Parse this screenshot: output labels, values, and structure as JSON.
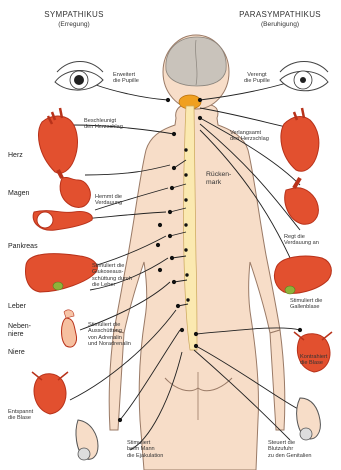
{
  "header": {
    "left_title": "SYMPATHIKUS",
    "left_subtitle": "(Erregung)",
    "right_title": "PARASYMPATHIKUS",
    "right_subtitle": "(Beruhigung)"
  },
  "spine_label": "Rücken-\nmark",
  "organs": {
    "herz": "Herz",
    "magen": "Magen",
    "pankreas": "Pankreas",
    "leber": "Leber",
    "nebenniere": "Neben-\nniere",
    "niere": "Niere"
  },
  "sympathetic_effects": {
    "pupil": "Erweitert\ndie Pupille",
    "heart": "Beschleunigt\nden Herzschlag",
    "digestion": "Hemmt die\nVerdauung",
    "glucose": "Stimuliert die\nGlukoseaus-\nschüttung durch\ndie Leber",
    "adrenaline": "Stimuliert die\nAusschüttung\nvon Adrenalin\nund Noradrenalin",
    "bladder": "Entspannt\ndie Blase",
    "ejaculation": "Stimuliert\nbeim Mann\ndie Ejakulation"
  },
  "parasympathetic_effects": {
    "pupil": "Verengt\ndie Pupille",
    "heart": "Verlangsamt\nden Herzschlag",
    "digestion": "Regt die\nVerdauung an",
    "gallbladder": "Stimuliert die\nGallenblase",
    "bladder": "Kontrahiert\ndie Blase",
    "genital_blood": "Steuert die\nBlutzufuhr\nzu den Genitalien"
  },
  "colors": {
    "organ_red": "#e2502f",
    "organ_dark": "#b8321a",
    "skin": "#f7ddc8",
    "brain_gray": "#c9c3bb",
    "spine": "#fbe9b0",
    "gallbladder": "#8fb23a",
    "brainstem": "#f0a020",
    "nerve": "#222222"
  }
}
